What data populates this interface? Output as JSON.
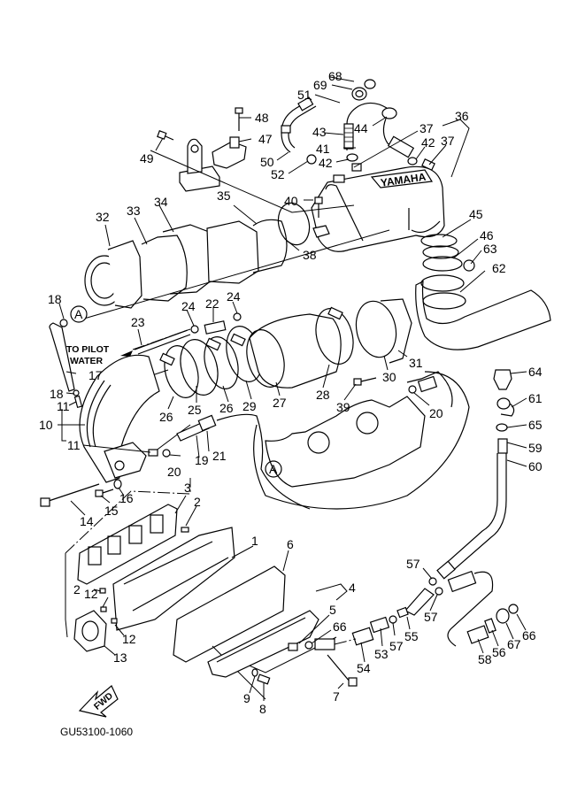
{
  "diagram": {
    "title_code": "GU53100-1060",
    "fwd_label": "FWD",
    "pilot_water_note": [
      "TO PILOT",
      "WATER"
    ],
    "brand_mark": "YAMAHA",
    "callout_A": "A",
    "callouts": {
      "c1": "1",
      "c2a": "2",
      "c2b": "2",
      "c3": "3",
      "c4": "4",
      "c5": "5",
      "c6": "6",
      "c7": "7",
      "c8": "8",
      "c9": "9",
      "c10": "10",
      "c11a": "11",
      "c11b": "11",
      "c12a": "12",
      "c12b": "12",
      "c13": "13",
      "c14": "14",
      "c15": "15",
      "c16": "16",
      "c17": "17",
      "c18a": "18",
      "c18b": "18",
      "c19": "19",
      "c20a": "20",
      "c20b": "20",
      "c21": "21",
      "c22": "22",
      "c23": "23",
      "c24a": "24",
      "c24b": "24",
      "c25": "25",
      "c26a": "26",
      "c26b": "26",
      "c27": "27",
      "c28": "28",
      "c29": "29",
      "c30": "30",
      "c31": "31",
      "c32": "32",
      "c33": "33",
      "c34": "34",
      "c35": "35",
      "c36": "36",
      "c37a": "37",
      "c37b": "37",
      "c38": "38",
      "c39": "39",
      "c40": "40",
      "c41": "41",
      "c42a": "42",
      "c42b": "42",
      "c43": "43",
      "c44": "44",
      "c45": "45",
      "c46": "46",
      "c47": "47",
      "c48": "48",
      "c49": "49",
      "c50": "50",
      "c51": "51",
      "c52": "52",
      "c53": "53",
      "c54": "54",
      "c55": "55",
      "c56": "56",
      "c57a": "57",
      "c57b": "57",
      "c57c": "57",
      "c58": "58",
      "c59": "59",
      "c60": "60",
      "c61": "61",
      "c62": "62",
      "c63": "63",
      "c64": "64",
      "c65": "65",
      "c66a": "66",
      "c66b": "66",
      "c67": "67",
      "c68": "68",
      "c69": "69"
    }
  }
}
